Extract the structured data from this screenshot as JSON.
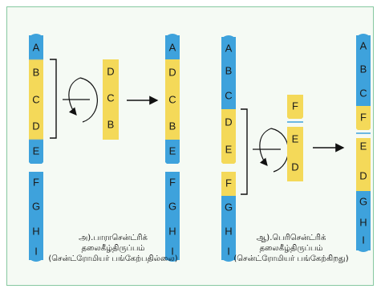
{
  "colors": {
    "blue": "#3ea2dc",
    "yellow": "#f4d959",
    "panel_border": "#86c8a0",
    "panel_bg": "#f5faf4",
    "arrow": "#111111"
  },
  "diagram_a": {
    "original_chromosome": [
      "A",
      "B",
      "C",
      "D",
      "E",
      "F",
      "G",
      "H",
      "I"
    ],
    "inverted_fragment": [
      "D",
      "C",
      "B"
    ],
    "result_chromosome": [
      "A",
      "D",
      "C",
      "B",
      "E",
      "F",
      "G",
      "H",
      "I"
    ],
    "caption": {
      "line1": "அ).பாராசென்ட்ரிக்",
      "line2": "தலைகீழ்திருப்பம்",
      "line3": "(சென்ட்ரோமியர் பங்கேற்பதில்லை)"
    }
  },
  "diagram_b": {
    "original_chromosome": [
      "A",
      "B",
      "C",
      "D",
      "E",
      "F",
      "G",
      "H",
      "I"
    ],
    "inverted_fragment": [
      "F",
      "E",
      "D"
    ],
    "result_chromosome": [
      "A",
      "B",
      "C",
      "F",
      "E",
      "D",
      "G",
      "H",
      "I"
    ],
    "caption": {
      "line1": "ஆ).பெரிசென்ட்ரிக்",
      "line2": "தலைகீழ்திருப்பம்",
      "line3": "(சென்ட்ரோமியர் பங்கேற்கிறது)"
    }
  }
}
